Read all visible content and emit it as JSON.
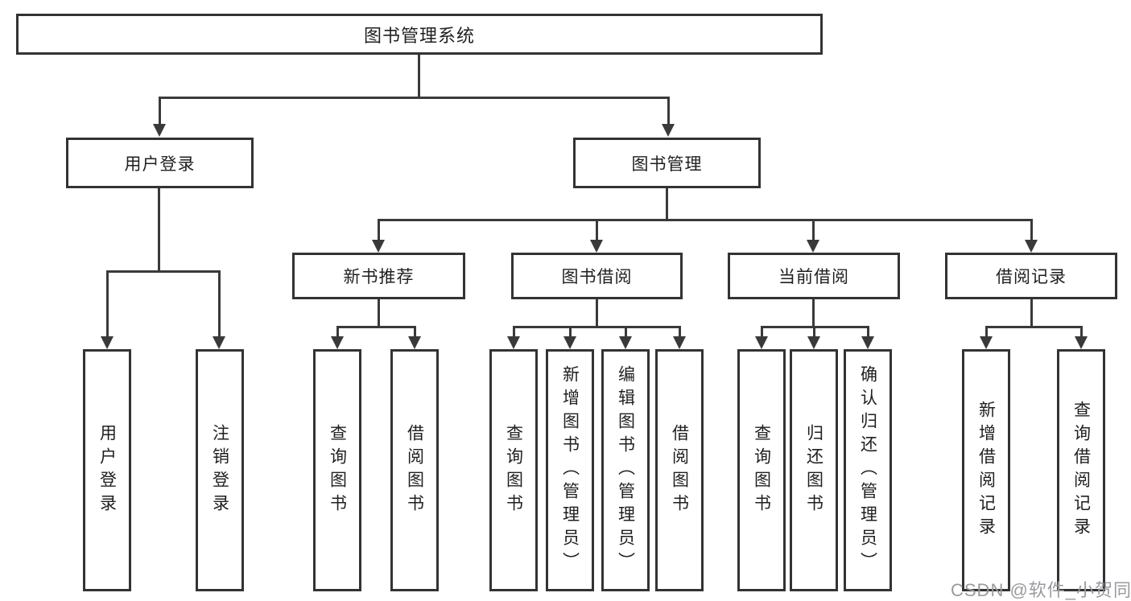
{
  "tree": {
    "root": "图书管理系统",
    "branches": [
      {
        "label": "用户登录",
        "children": [
          "用户登录",
          "注销登录"
        ]
      },
      {
        "label": "图书管理",
        "modules": [
          {
            "label": "新书推荐",
            "children": [
              "查询图书",
              "借阅图书"
            ]
          },
          {
            "label": "图书借阅",
            "children": [
              "查询图书",
              "新增图书（管理员）",
              "编辑图书（管理员）",
              "借阅图书"
            ]
          },
          {
            "label": "当前借阅",
            "children": [
              "查询图书",
              "归还图书",
              "确认归还（管理员）"
            ]
          },
          {
            "label": "借阅记录",
            "children": [
              "新增借阅记录",
              "查询借阅记录"
            ]
          }
        ]
      }
    ]
  },
  "watermark": {
    "text": "CSDN @软件_小贺同学"
  },
  "colors": {
    "line": "#3a3a3a",
    "box_border": "#333333",
    "text": "#1f1f1f",
    "watermark": "#9a9aa0",
    "background": "#ffffff"
  }
}
